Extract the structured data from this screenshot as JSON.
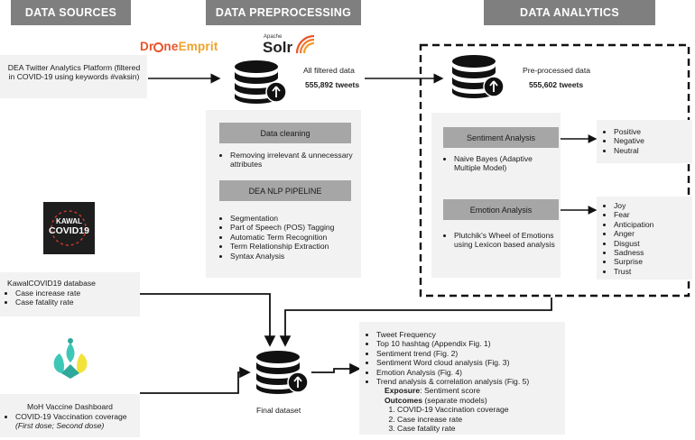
{
  "headers": {
    "sources": "DATA SOURCES",
    "preprocessing": "DATA PREPROCESSING",
    "analytics": "DATA ANALYTICS"
  },
  "sources": {
    "dea": "DEA Twitter Analytics Platform (filtered in COVID-19 using keywords #vaksin)",
    "kawal_title": "KawalCOVID19 database",
    "kawal_items": [
      "Case increase rate",
      "Case fatality rate"
    ],
    "moh_title": "MoH Vaccine Dashboard",
    "moh_item": "COVID-19 Vaccination coverage",
    "moh_note": "(First dose; Second dose)"
  },
  "logos": {
    "droneemprit": "DrOneEmprit",
    "solr_small": "Apache",
    "solr": "Solr",
    "kawal_line1": "KAWAL",
    "kawal_line2": "COVID19"
  },
  "preprocessing": {
    "db_label": "All filtered data",
    "db_count": "555,892 tweets",
    "cleaning_title": "Data cleaning",
    "cleaning_items": [
      "Removing irrelevant & unnecessary attributes"
    ],
    "nlp_title": "DEA NLP PIPELINE",
    "nlp_items": [
      "Segmentation",
      "Part of Speech (POS) Tagging",
      "Automatic Term Recognition",
      "Term Relationship Extraction",
      "Syntax Analysis"
    ]
  },
  "analytics": {
    "db_label": "Pre-processed data",
    "db_count": "555,602 tweets",
    "sentiment_title": "Sentiment Analysis",
    "sentiment_method": "Naive Bayes (Adaptive Multiple Model)",
    "sentiment_classes": [
      "Positive",
      "Negative",
      "Neutral"
    ],
    "emotion_title": "Emotion Analysis",
    "emotion_method": "Plutchik's Wheel of Emotions using Lexicon based analysis",
    "emotion_classes": [
      "Joy",
      "Fear",
      "Anticipation",
      "Anger",
      "Disgust",
      "Sadness",
      "Surprise",
      "Trust"
    ]
  },
  "final": {
    "label": "Final dataset",
    "items": [
      "Tweet Frequency",
      "Top 10 hashtag (Appendix Fig. 1)",
      "Sentiment trend (Fig. 2)",
      "Sentiment Word cloud analysis (Fig. 3)",
      "Emotion Analysis (Fig. 4)",
      "Trend analysis & correlation analysis (Fig. 5)"
    ],
    "exposure_label": "Exposure",
    "exposure_value": ": Sentiment score",
    "outcomes_label": "Outcomes",
    "outcomes_value": " (separate models)",
    "outcomes": [
      "COVID-19 Vaccination coverage",
      "Case increase rate",
      "Case fatality rate"
    ]
  }
}
